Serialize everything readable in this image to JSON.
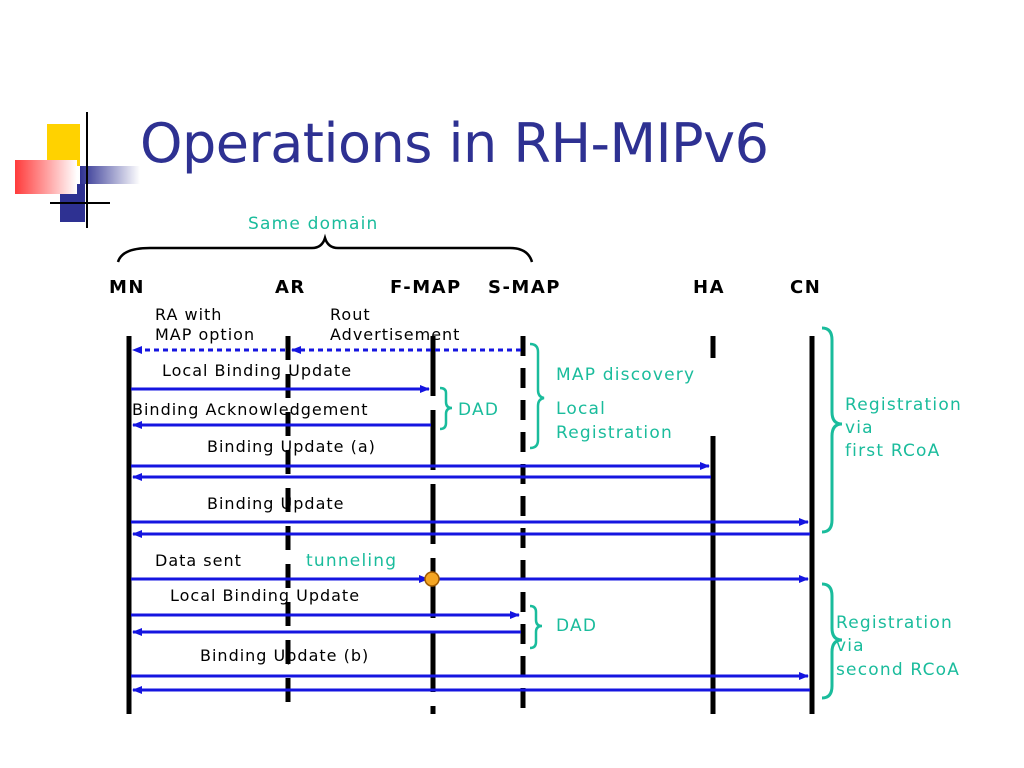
{
  "title": "Operations in RH-MIPv6",
  "domain_label": "Same domain",
  "entities": [
    "MN",
    "AR",
    "F-MAP",
    "S-MAP",
    "HA",
    "CN"
  ],
  "messages": {
    "ra_with": "RA with",
    "map_option": "MAP option",
    "rout": "Rout",
    "advertisement": "Advertisement",
    "local_binding_update_1": "Local Binding Update",
    "binding_ack": "Binding Acknowledgement",
    "binding_update_a": "Binding Update (a)",
    "binding_update": "Binding Update",
    "data_sent": "Data sent",
    "tunneling": "tunneling",
    "local_binding_update_2": "Local Binding Update",
    "binding_update_b": "Binding Update (b)"
  },
  "annotations": {
    "map_discovery": "MAP discovery",
    "local": "Local",
    "registration": "Registration",
    "dad_1": "DAD",
    "dad_2": "DAD",
    "reg_first_1": "Registration",
    "reg_first_2": "via",
    "reg_first_3": "first RCoA",
    "reg_second_1": "Registration",
    "reg_second_2": "via",
    "reg_second_3": "second RCoA"
  },
  "colors": {
    "title": "#2e3192",
    "arrow": "#1515e0",
    "annotation": "#1abc9c",
    "tunnel_dot": "#f5a623"
  }
}
